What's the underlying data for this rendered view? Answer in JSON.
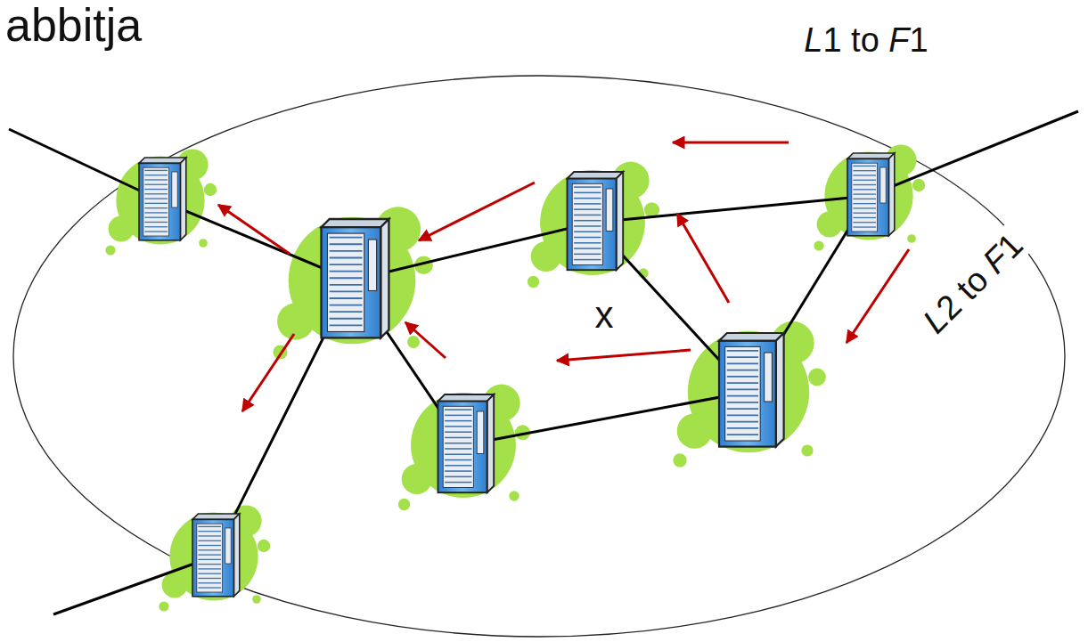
{
  "diagram": {
    "title": "abbitja",
    "labels": [
      "L1 to F1",
      "L2 to F1",
      "x"
    ]
  }
}
